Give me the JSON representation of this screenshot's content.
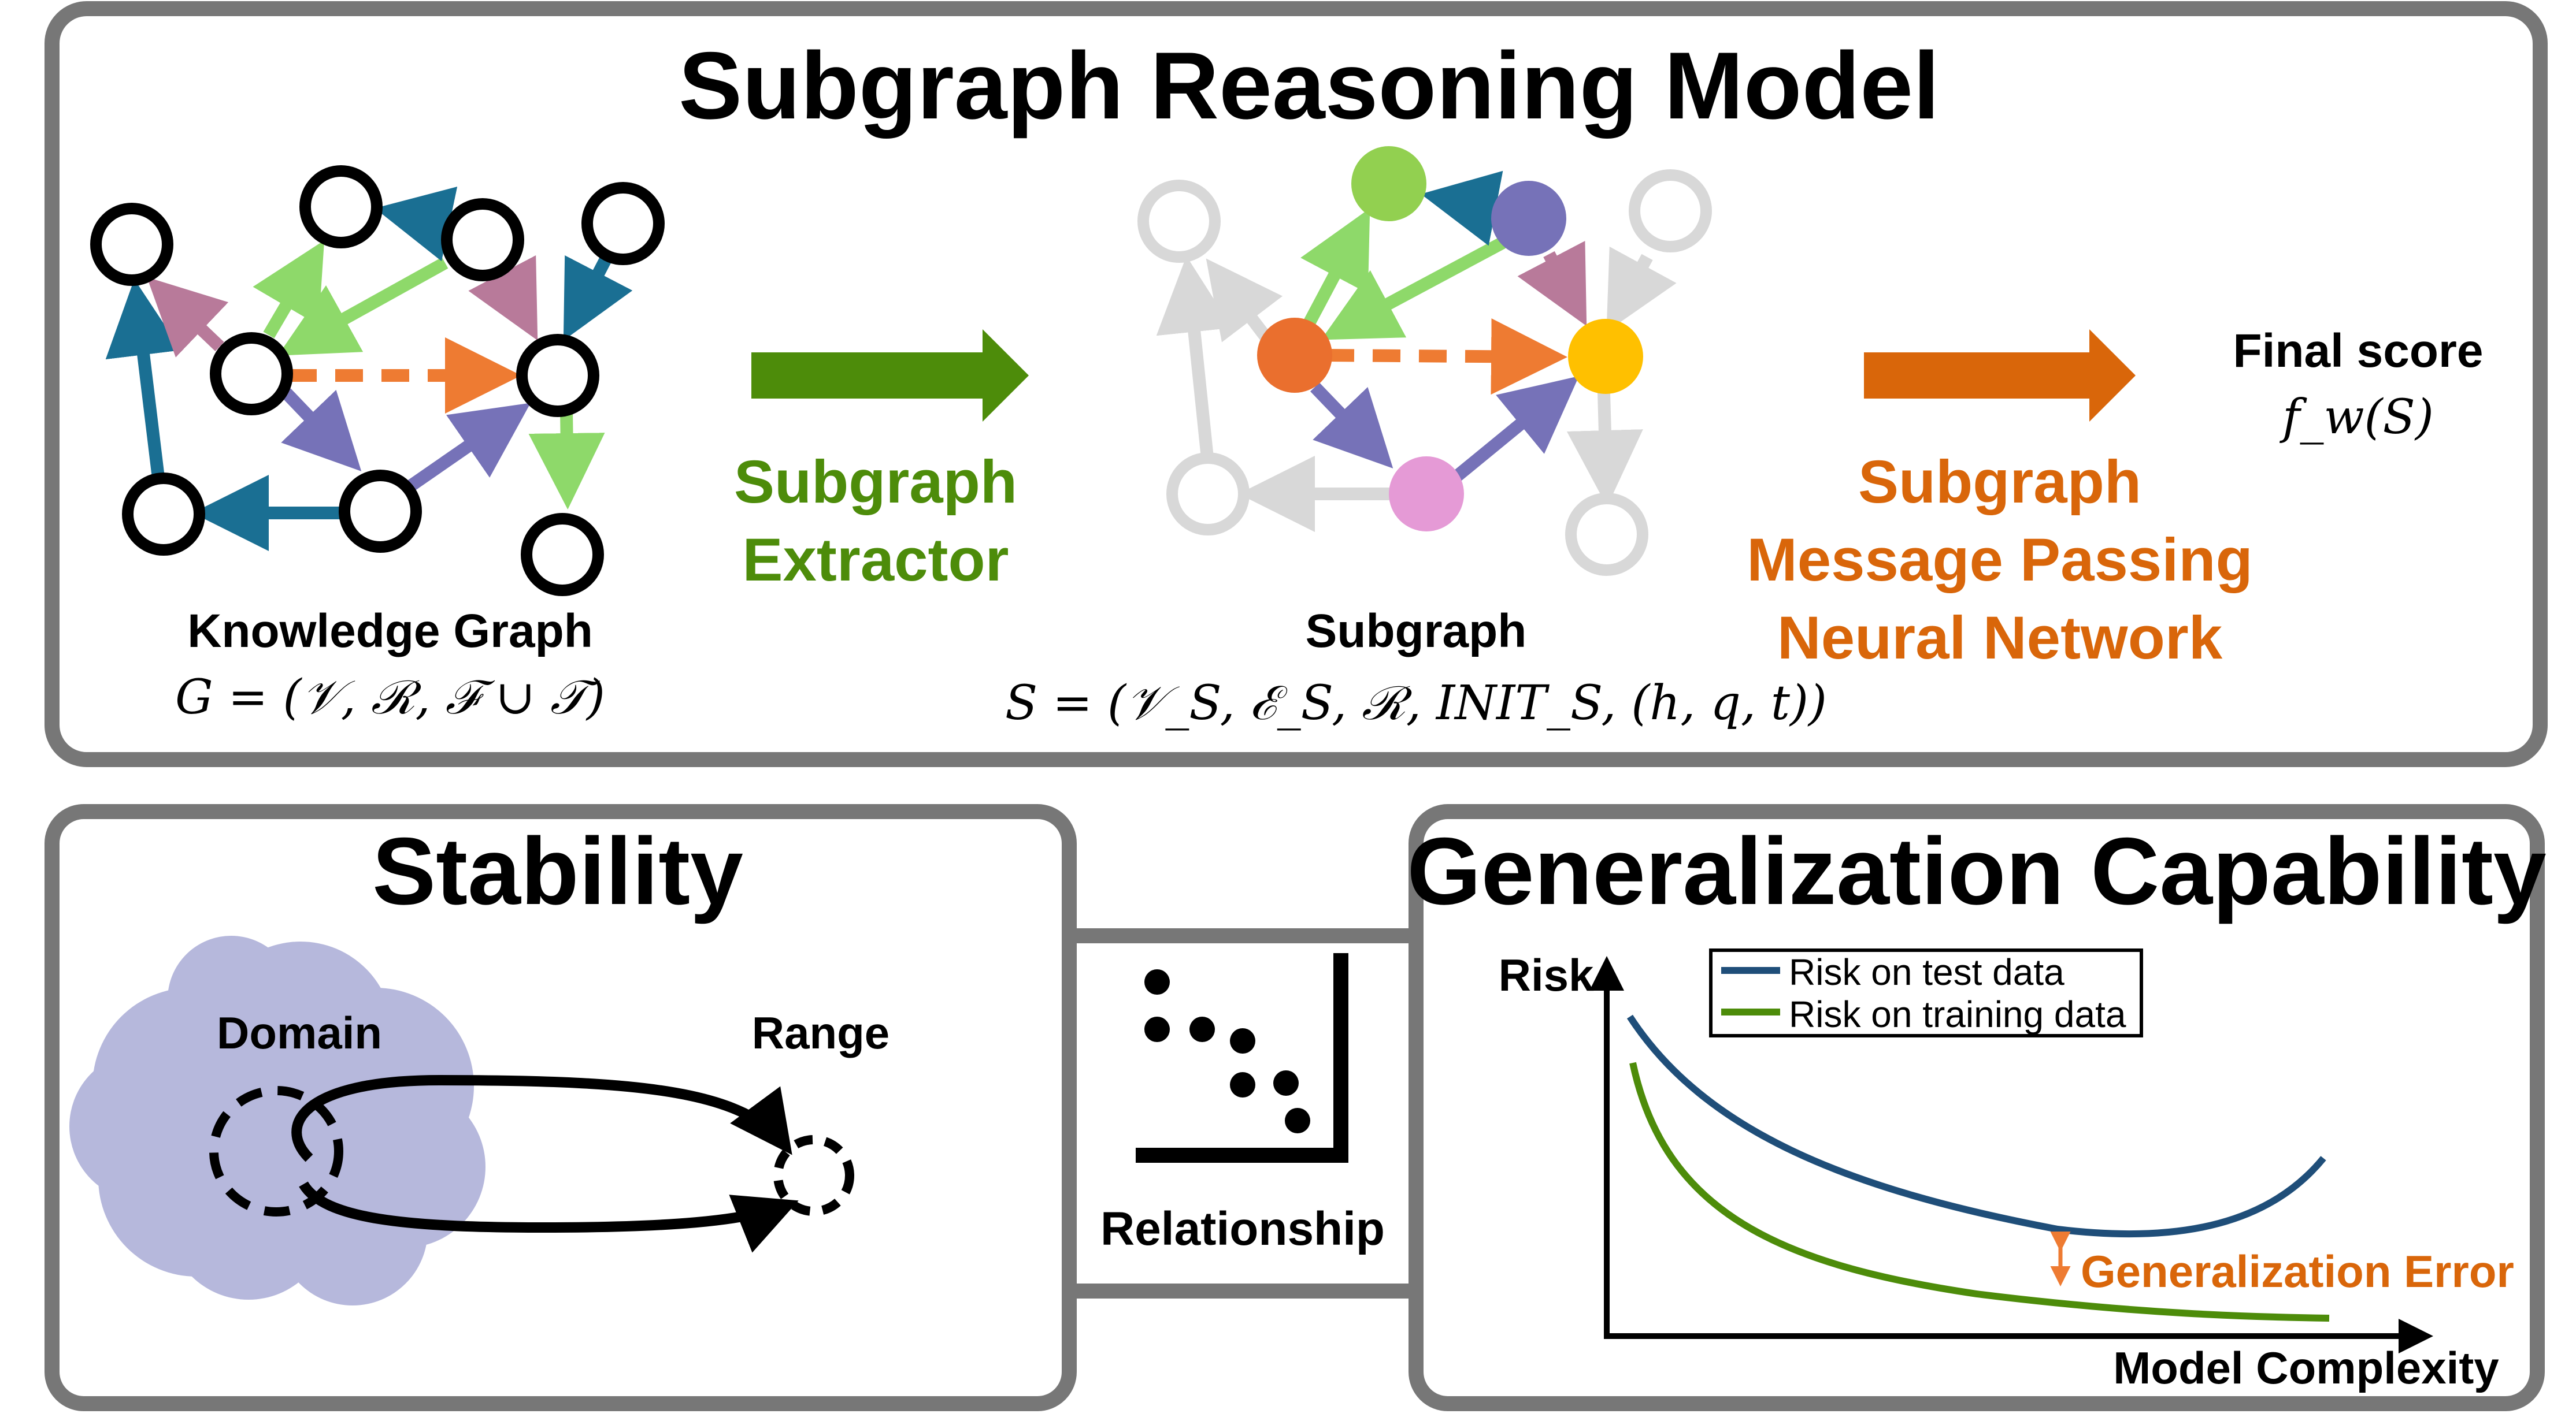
{
  "colors": {
    "panel_border": "#777777",
    "green_accent": "#4d8c0a",
    "orange_accent": "#d9660a",
    "edge_teal": "#1a6f93",
    "edge_pink": "#b87a9a",
    "edge_lightgreen": "#8ed96a",
    "edge_purple": "#7672b8",
    "edge_orange_dashed": "#ee7b32",
    "node_green": "#92d050",
    "node_purple": "#7672b8",
    "node_orange": "#ea6f2e",
    "node_yellow": "#ffc000",
    "node_pink": "#e59ad6",
    "node_faded": "#d8d8d8",
    "cloud": "#b6b8dc",
    "curve_test": "#1f4e79",
    "curve_train": "#4d8c0a"
  },
  "top_panel": {
    "title": "Subgraph Reasoning Model",
    "kg_label": "Knowledge Graph",
    "kg_formula": "G = (𝒱, ℛ, ℱ ∪ 𝒯)",
    "extractor_label_line1": "Subgraph",
    "extractor_label_line2": "Extractor",
    "subgraph_label": "Subgraph",
    "subgraph_formula": "S = (𝒱_S, ℰ_S, ℛ, INIT_S, (h, q, t))",
    "mpnn_label_line1": "Subgraph",
    "mpnn_label_line2": "Message Passing",
    "mpnn_label_line3": "Neural Network",
    "final_score_label": "Final score",
    "final_score_formula": "f_w(S)"
  },
  "stability_panel": {
    "title": "Stability",
    "domain_label": "Domain",
    "range_label": "Range"
  },
  "relationship_box": {
    "label": "Relationship"
  },
  "generalization_panel": {
    "title": "Generalization Capability",
    "y_axis_label": "Risk",
    "x_axis_label": "Model Complexity",
    "legend": [
      "Risk on test data",
      "Risk on training data"
    ],
    "gap_label": "Generalization Error"
  }
}
